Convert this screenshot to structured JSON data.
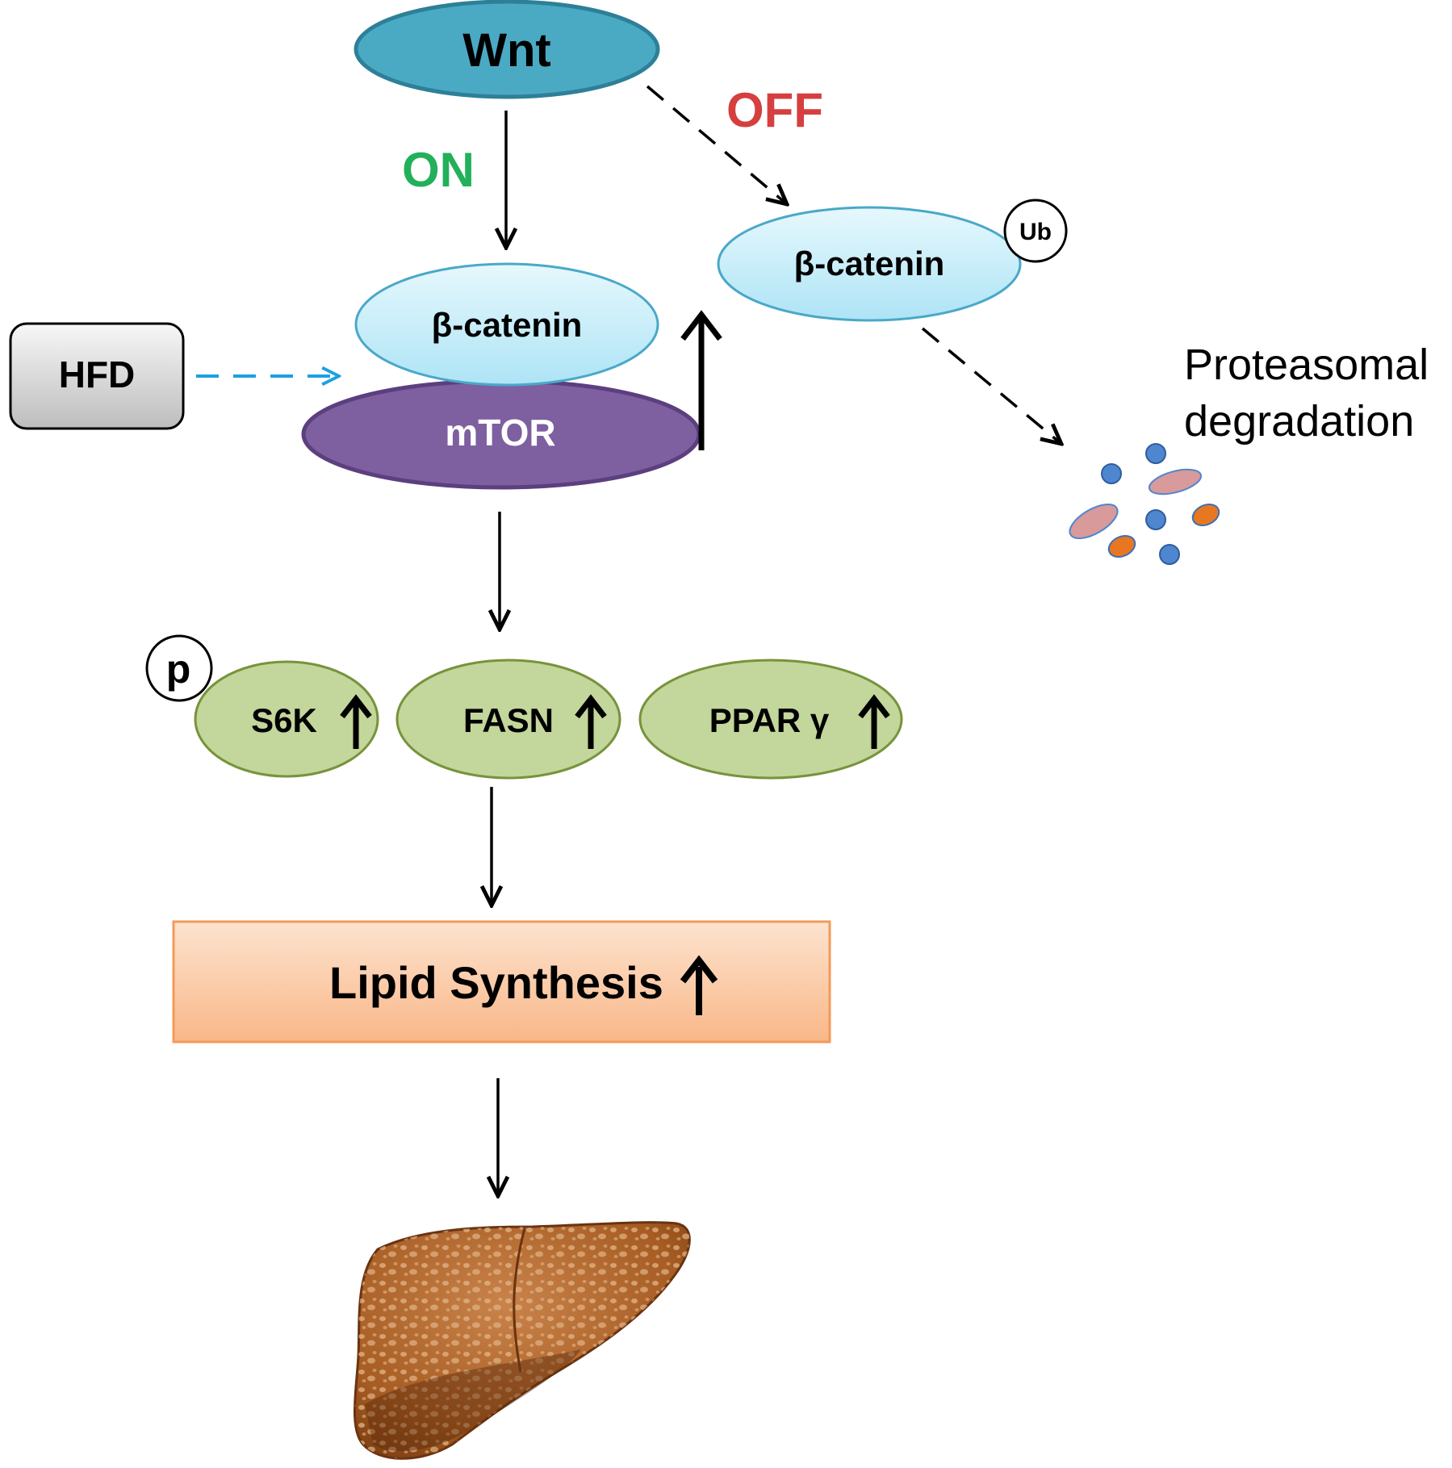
{
  "nodes": {
    "wnt": "Wnt",
    "on": "ON",
    "off": "OFF",
    "beta_catenin_active": "β-catenin",
    "beta_catenin_degraded": "β-catenin",
    "ub": "Ub",
    "hfd": "HFD",
    "mtor": "mTOR",
    "proteasomal_line1": "Proteasomal",
    "proteasomal_line2": "degradation",
    "p": "p",
    "s6k": "S6K",
    "fasn": "FASN",
    "ppar": "PPAR γ",
    "lipid": "Lipid Synthesis"
  },
  "colors": {
    "wnt_fill": "#4AAAC4",
    "wnt_stroke": "#2E7F98",
    "on": "#22B05A",
    "off": "#D63F3F",
    "catenin_fill": "#C8EEFA",
    "catenin_stroke": "#4AA8C8",
    "mtor_fill": "#7E5FA0",
    "mtor_stroke": "#5C3F7E",
    "green_fill": "#C3D69B",
    "green_stroke": "#77933C",
    "hfd_arrow": "#1EA0E0",
    "lipid_fill": "#FBC9A4",
    "lipid_stroke": "#F39A5A",
    "liver": "#A85A1E"
  },
  "icons": [
    "up-arrow-icon",
    "liver-icon",
    "proteasome-fragments-icon"
  ]
}
